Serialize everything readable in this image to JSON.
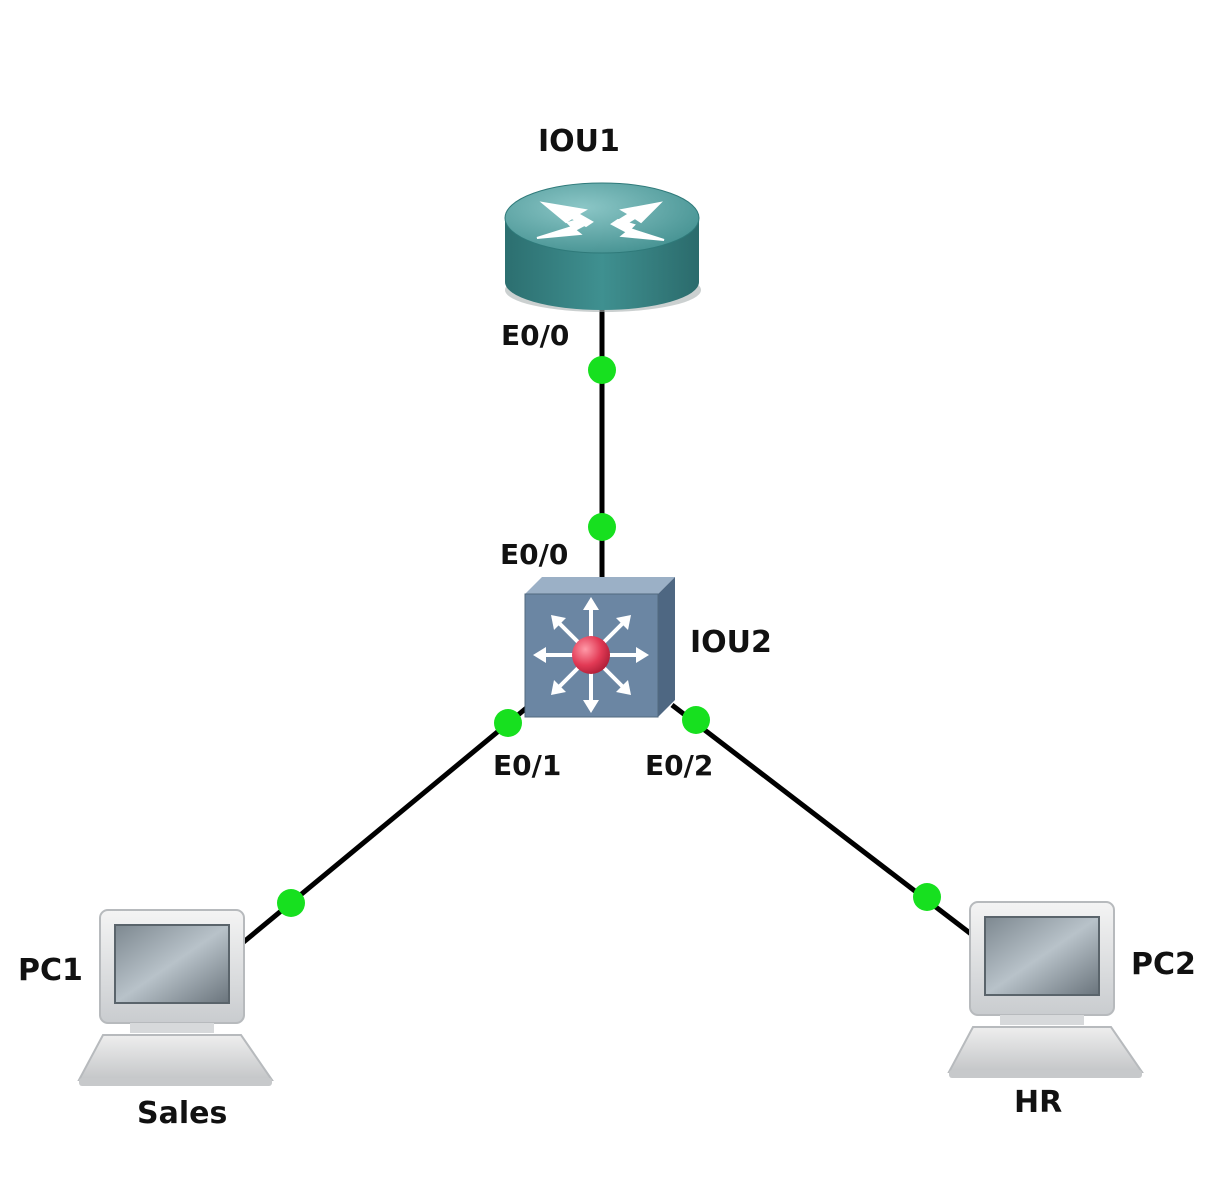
{
  "colors": {
    "link": "#000000",
    "link_up": "#17e01f",
    "router": "#3c8b8b",
    "switch": "#6b86a3",
    "switch_core": "#e23a55"
  },
  "nodes": {
    "router": {
      "name": "IOU1",
      "icon": "router-icon"
    },
    "switch": {
      "name": "IOU2",
      "icon": "multilayer-switch-icon"
    },
    "pc1": {
      "name": "PC1",
      "note": "Sales",
      "icon": "pc-icon"
    },
    "pc2": {
      "name": "PC2",
      "note": "HR",
      "icon": "pc-icon"
    }
  },
  "ports": {
    "router_e00": "E0/0",
    "switch_e00": "E0/0",
    "switch_e01": "E0/1",
    "switch_e02": "E0/2"
  },
  "links": [
    {
      "from": "IOU1",
      "from_port": "E0/0",
      "to": "IOU2",
      "to_port": "E0/0",
      "status": "up"
    },
    {
      "from": "IOU2",
      "from_port": "E0/1",
      "to": "PC1",
      "status": "up"
    },
    {
      "from": "IOU2",
      "from_port": "E0/2",
      "to": "PC2",
      "status": "up"
    }
  ]
}
